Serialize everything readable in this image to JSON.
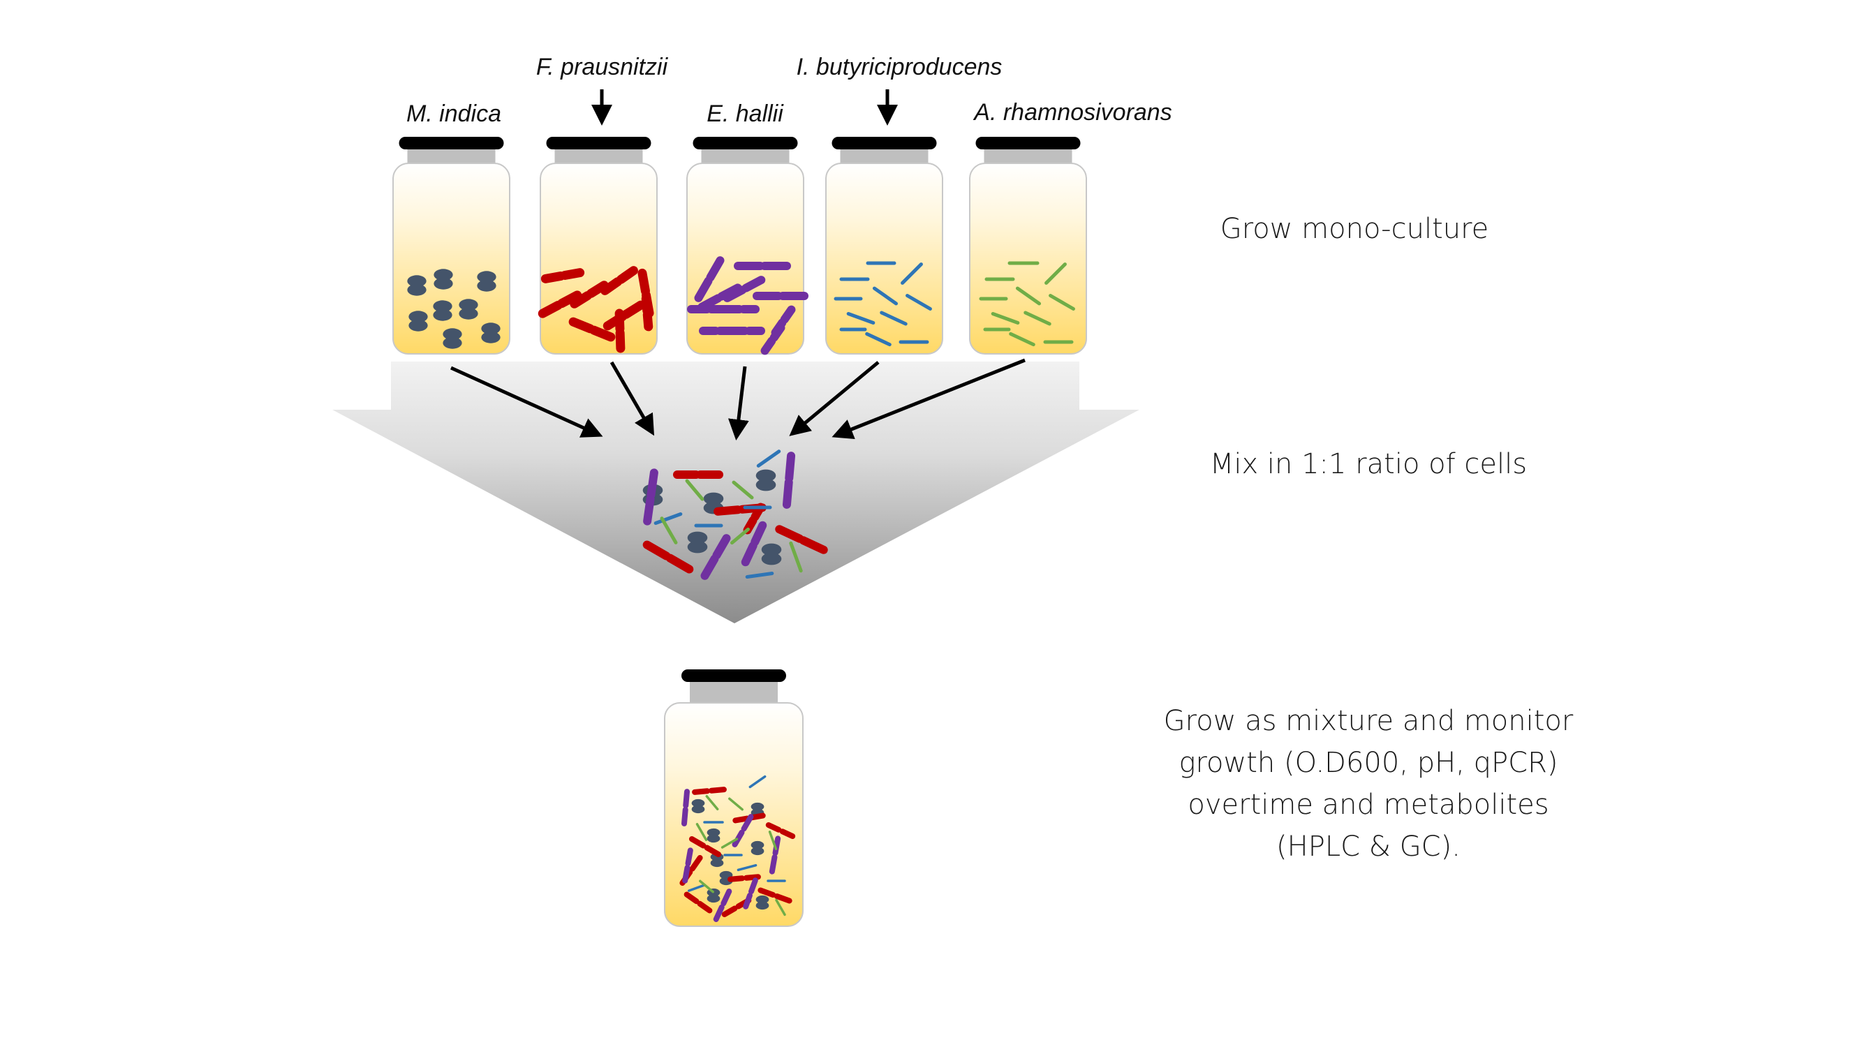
{
  "species": [
    {
      "name": "M. indica",
      "shape": "coccus",
      "color": "#44546a"
    },
    {
      "name": "F. prausnitzii",
      "shape": "chain-rod",
      "color": "#c00000"
    },
    {
      "name": "E. hallii",
      "shape": "chain-rod",
      "color": "#7030a0"
    },
    {
      "name": "I. butyriciproducens",
      "shape": "thin-rod",
      "color": "#2e75b6"
    },
    {
      "name": "A. rhamnosivorans",
      "shape": "thin-rod",
      "color": "#70ad47"
    }
  ],
  "steps": {
    "grow": "Grow mono-culture",
    "mix": "Mix in 1:1 ratio of cells",
    "monitor_lines": [
      "Grow as mixture and monitor",
      "growth (O.D600, pH, qPCR)",
      "overtime and metabolites",
      "(HPLC & GC)."
    ]
  },
  "colors": {
    "medium_top": "#ffffff",
    "medium_bottom": "#ffd966",
    "cap": "#000000",
    "neck": "#bfbfbf",
    "funnel_light": "#f2f2f2",
    "funnel_dark": "#8c8c8c"
  },
  "icons": [
    "bottle-icon",
    "bacteria-icon",
    "arrow-icon",
    "funnel-icon"
  ]
}
